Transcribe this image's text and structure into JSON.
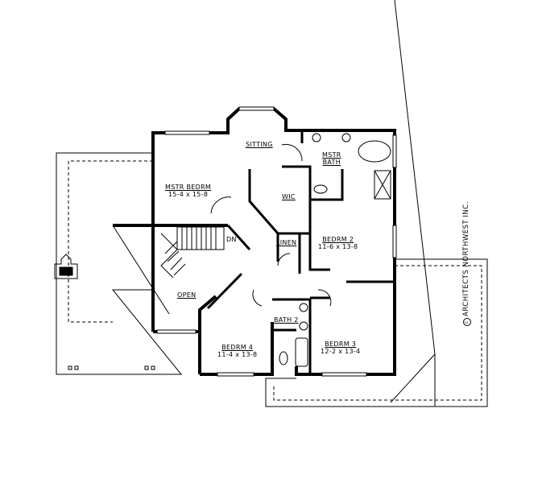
{
  "rooms": {
    "mstr_bedrm": {
      "name": "MSTR BEDRM",
      "size": "15-4 x 15-8"
    },
    "sitting": {
      "name": "SITTING"
    },
    "mstr_bath": {
      "name_line1": "MSTR",
      "name_line2": "BATH"
    },
    "wic": {
      "name": "WIC"
    },
    "linen": {
      "name": "LINEN"
    },
    "bedrm_2": {
      "name": "BEDRM 2",
      "size": "11-6 x 13-8"
    },
    "open": {
      "name": "OPEN"
    },
    "bath_2": {
      "name": "BATH 2"
    },
    "bedrm_3": {
      "name": "BEDRM 3",
      "size": "12-2 x 13-4"
    },
    "bedrm_4": {
      "name": "BEDRM 4",
      "size": "11-4 x 13-8"
    }
  },
  "stair_label": "DN",
  "copyright": {
    "symbol": "c",
    "text": "ARCHITECTS NORTHWEST INC."
  }
}
